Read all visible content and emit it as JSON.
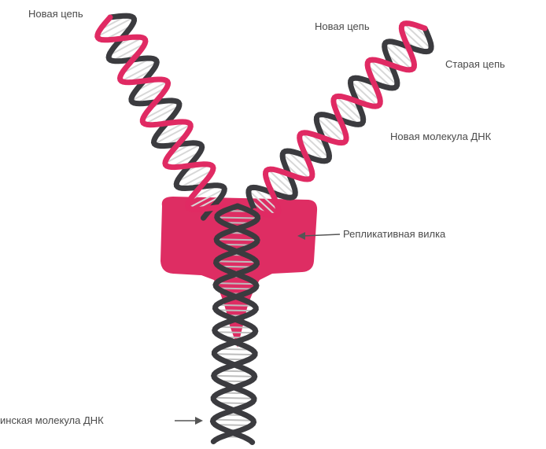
{
  "labels": {
    "new_strand_left": "Новая цепь",
    "new_strand_right": "Новая цепь",
    "old_strand": "Старая цепь",
    "new_molecule": "Новая молекула ДНК",
    "replication_fork": "Репликативная вилка",
    "parent_molecule": "инская молекула ДНК"
  },
  "colors": {
    "old_strand": "#3b3b3f",
    "new_strand": "#e02a63",
    "fork_block": "#de2d63",
    "arrow": "#555555",
    "label_text": "#4a4a4a"
  }
}
